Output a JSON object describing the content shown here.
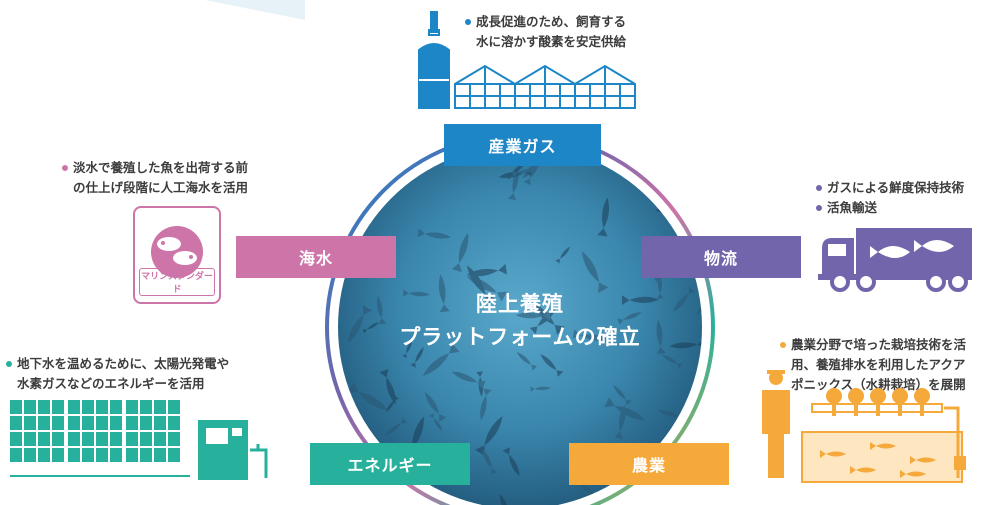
{
  "center": {
    "line1": "陸上養殖",
    "line2": "プラットフォームの確立"
  },
  "sectors": {
    "industrial_gas": {
      "label": "産業ガス",
      "color": "#1c86c7"
    },
    "seawater": {
      "label": "海水",
      "color": "#cd74a8"
    },
    "logistics": {
      "label": "物流",
      "color": "#7265ac"
    },
    "energy": {
      "label": "エネルギー",
      "color": "#27b19c"
    },
    "agriculture": {
      "label": "農業",
      "color": "#f4a93a"
    }
  },
  "notes": {
    "industrial_gas": {
      "line1": "成長促進のため、飼育する",
      "line2": "水に溶かす酸素を安定供給",
      "dot": "#1c86c7"
    },
    "seawater": {
      "line1": "淡水で養殖した魚を出荷する前",
      "line2": "の仕上げ段階に人工海水を活用",
      "dot": "#cd74a8"
    },
    "logistics": {
      "line1": "ガスによる鮮度保持技術",
      "line2": "活魚輸送",
      "dot": "#7265ac"
    },
    "energy": {
      "line1": "地下水を温めるために、太陽光発電や",
      "line2": "水素ガスなどのエネルギーを活用",
      "dot": "#27b19c"
    },
    "agriculture": {
      "line1": "農業分野で培った栽培技術を活",
      "line2": "用、養殖排水を利用したアクア",
      "line3": "ポニックス（水耕栽培）を展開",
      "dot": "#f4a93a"
    }
  },
  "product": {
    "brand": "マリンスタンダード"
  },
  "icons": {
    "greenhouse": "greenhouse-with-oxygen-tank-icon",
    "salt_bag": "marine-standard-salt-bag-icon",
    "truck": "fish-truck-icon",
    "solar": "solar-panel-and-generator-icon",
    "aquaponics": "farmer-and-aquaponics-tank-icon"
  }
}
